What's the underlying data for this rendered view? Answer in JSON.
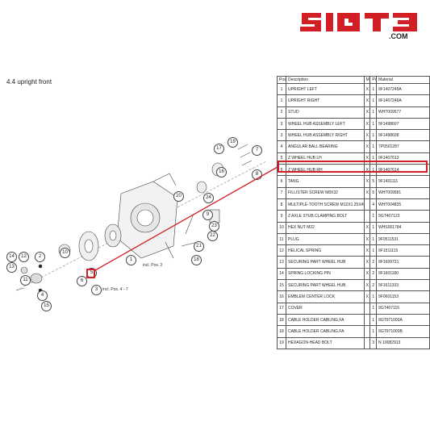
{
  "brand": {
    "logo_text": "SIGT3",
    "domain": ".COM",
    "logo_color": "#d21f26"
  },
  "section": {
    "title": "4.4  upright front"
  },
  "diagram": {
    "labels": [
      "19",
      "17",
      "7",
      "8",
      "16",
      "20",
      "24",
      "22",
      "9",
      "23",
      "21",
      "18",
      "1",
      "14",
      "12",
      "2",
      "13",
      "10",
      "11",
      "5",
      "6",
      "3",
      "4",
      "15"
    ],
    "notes": {
      "pos2": "incl. Pos. 2",
      "pos47": "incl. Pos. 4 - 7"
    }
  },
  "table": {
    "headers": {
      "pos": "Pos.",
      "desc": "Description",
      "m": "M",
      "pc": "Pc.",
      "mat": "Material"
    },
    "rows": [
      {
        "pos": "1",
        "desc": "UPRIGHT LEFT",
        "m": "X",
        "pc": "1",
        "mat": "9F1407245A"
      },
      {
        "pos": "1",
        "desc": "UPRIGHT RIGHT",
        "m": "X",
        "pc": "1",
        "mat": "9F1407246A"
      },
      {
        "pos": "2",
        "desc": "STUD",
        "m": "X",
        "pc": "1",
        "mat": "WHT009577"
      },
      {
        "pos": "3",
        "desc": "WHEEL HUB ASSEMBLY LEFT",
        "m": "X",
        "pc": "1",
        "mat": "9F1498607"
      },
      {
        "pos": "3",
        "desc": "WHEEL HUB ASSEMBLY RIGHT",
        "m": "X",
        "pc": "1",
        "mat": "9F1498608"
      },
      {
        "pos": "4",
        "desc": "ANGULAR BALL BEARING",
        "m": "X",
        "pc": "1",
        "mat": "7P0501287"
      },
      {
        "pos": "5",
        "desc": "Z WHEEL HUB LH",
        "m": "X",
        "pc": "1",
        "mat": "9F1407613"
      },
      {
        "pos": "5",
        "desc": "Z WHEEL HUB RH",
        "m": "X",
        "pc": "1",
        "mat": "9F1407614"
      },
      {
        "pos": "6",
        "desc": "TANG",
        "m": "X",
        "pc": "5",
        "mat": "9F1401111"
      },
      {
        "pos": "7",
        "desc": "FILLISTER SCREW M8X32",
        "m": "X",
        "pc": "5",
        "mat": "WHT009581"
      },
      {
        "pos": "8",
        "desc": "MULTIPLE-TOOTH SCREW M12X1.25X45",
        "m": "",
        "pc": "4",
        "mat": "WHT004835"
      },
      {
        "pos": "9",
        "desc": "Z AXLE STUB CLAMPING BOLT",
        "m": "",
        "pc": "1",
        "mat": "9GT407123"
      },
      {
        "pos": "10",
        "desc": "HEX NUT M22",
        "m": "X",
        "pc": "1",
        "mat": "WHS001784"
      },
      {
        "pos": "11",
        "desc": "PLUG",
        "m": "X",
        "pc": "1",
        "mat": "9F0511531"
      },
      {
        "pos": "12",
        "desc": "HELICAL SPRING",
        "m": "X",
        "pc": "1",
        "mat": "9F1511115"
      },
      {
        "pos": "13",
        "desc": "SECURING PART WHEEL HUB",
        "m": "X",
        "pc": "2",
        "mat": "9F1609731"
      },
      {
        "pos": "14",
        "desc": "SPRING LOCKING PIN",
        "m": "X",
        "pc": "2",
        "mat": "9F1601180"
      },
      {
        "pos": "15",
        "desc": "SECURING PART WHEEL HUB",
        "m": "X",
        "pc": "2",
        "mat": "9F1611333"
      },
      {
        "pos": "16",
        "desc": "EMBLEM CENTER LOCK",
        "m": "X",
        "pc": "1",
        "mat": "9F0601153"
      },
      {
        "pos": "17",
        "desc": "COVER",
        "m": "",
        "pc": "1",
        "mat": "9GT407115"
      },
      {
        "pos": "18",
        "desc": "CABLE HOLDER CABLING,FA",
        "m": "",
        "pc": "1",
        "mat": "9GT971003A"
      },
      {
        "pos": "18",
        "desc": "CABLE HOLDER CABLING,FA",
        "m": "",
        "pc": "1",
        "mat": "9GT971003B"
      },
      {
        "pos": "19",
        "desc": "HEXAGON-HEAD BOLT",
        "m": "",
        "pc": "3",
        "mat": "N 10082913"
      }
    ]
  }
}
